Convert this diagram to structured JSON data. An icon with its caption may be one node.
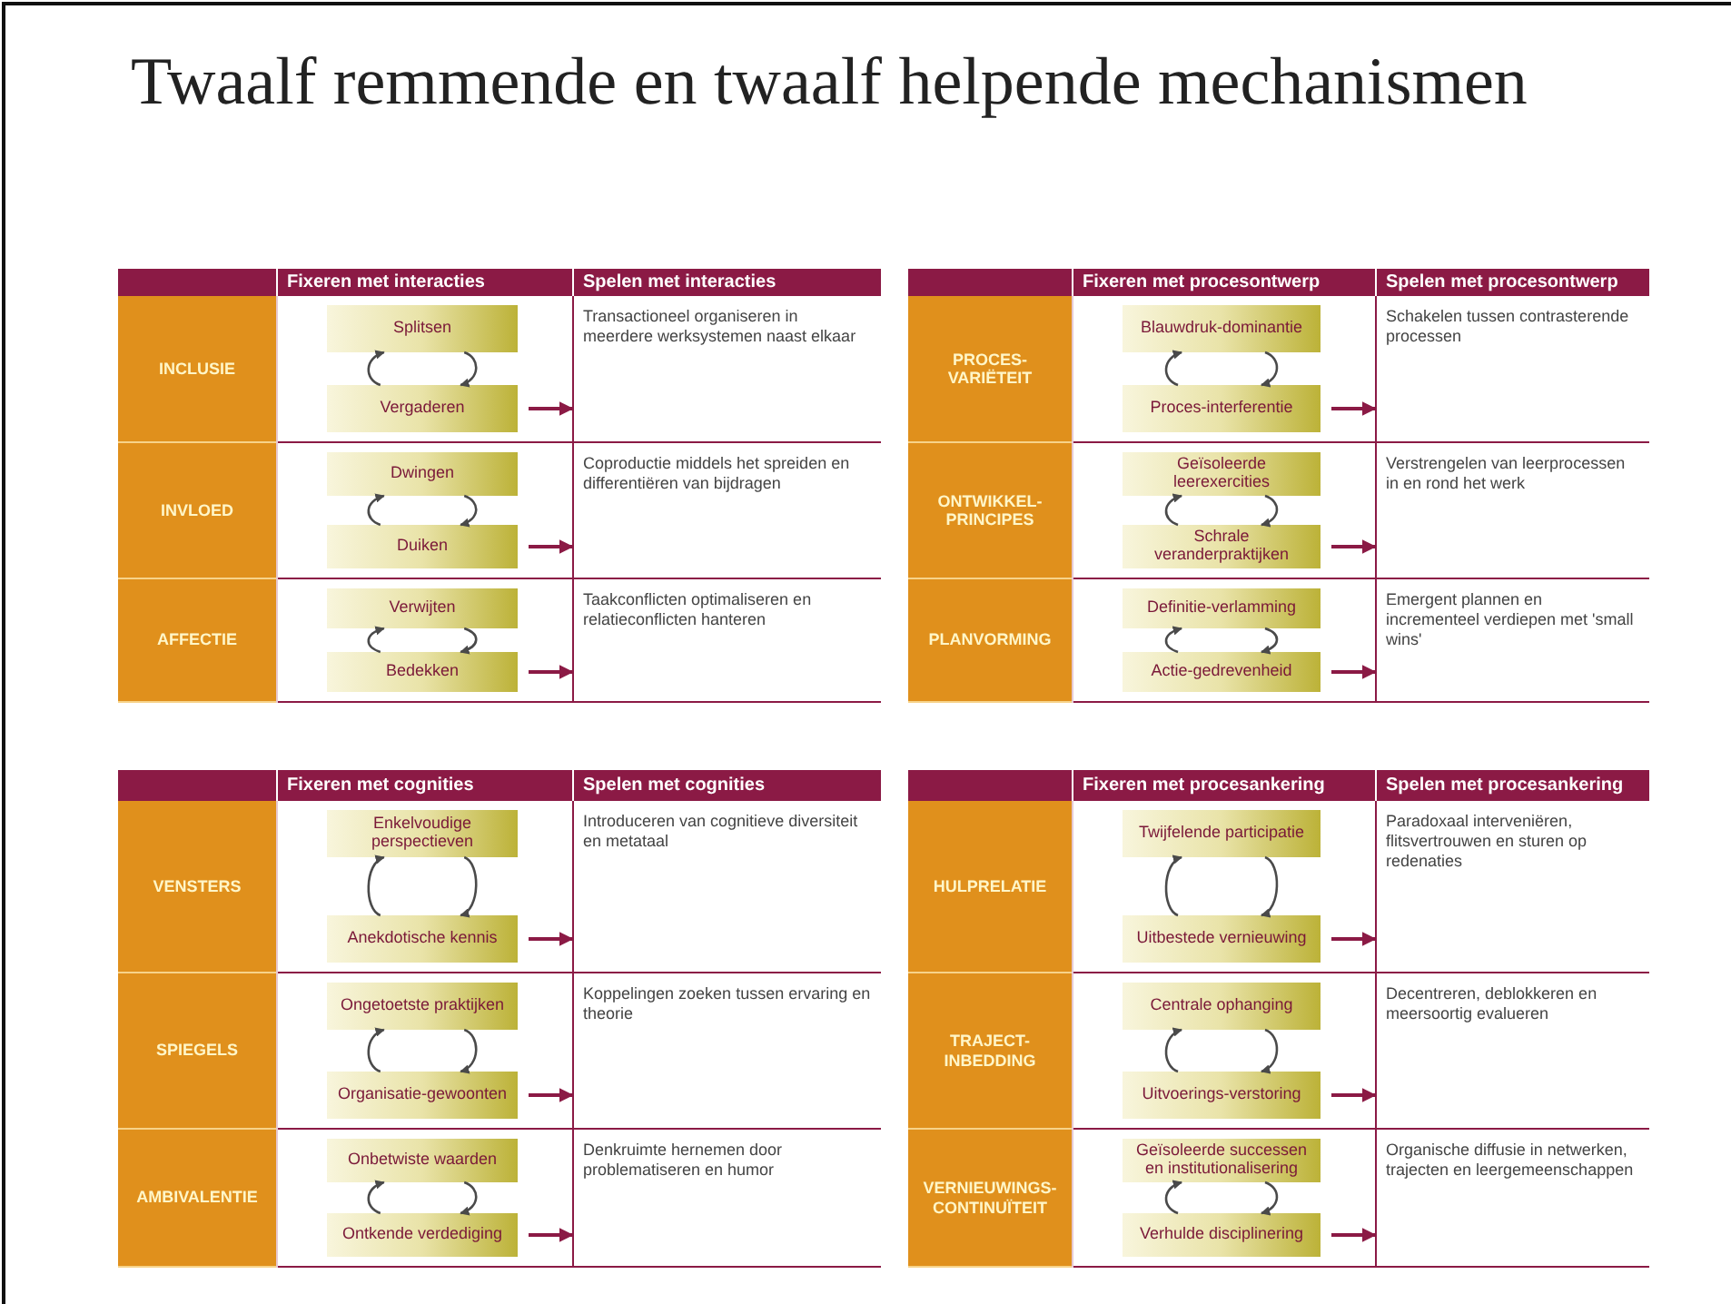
{
  "diagram": {
    "title": "Twaalf remmende en twaalf helpende mechanismen",
    "nodes": [
      {
        "text": [
          "Fixeren met interacties"
        ]
      },
      {
        "text": [
          "Spelen met interacties"
        ]
      },
      {
        "text": [
          "INCLUSIE"
        ]
      },
      {
        "text": [
          "Splitsen"
        ]
      },
      {
        "text": [
          "Vergaderen"
        ]
      },
      {
        "text": [
          "Transactioneel organiseren in meerdere werksystemen naast elkaar"
        ]
      },
      {
        "text": [
          "INVLOED"
        ]
      },
      {
        "text": [
          "Dwingen"
        ]
      },
      {
        "text": [
          "Duiken"
        ]
      },
      {
        "text": [
          "Coproductie middels het spreiden en differentiëren van bijdragen"
        ]
      },
      {
        "text": [
          "AFFECTIE"
        ]
      },
      {
        "text": [
          "Verwijten"
        ]
      },
      {
        "text": [
          "Bedekken"
        ]
      },
      {
        "text": [
          "Taakconflicten optimaliseren en relatieconflicten hanteren"
        ]
      },
      {
        "text": [
          "Fixeren met procesontwerp"
        ]
      },
      {
        "text": [
          "Spelen met procesontwerp"
        ]
      },
      {
        "text": [
          "PROCES-VARIËTEIT"
        ]
      },
      {
        "text": [
          "Blauwdruk-dominantie"
        ]
      },
      {
        "text": [
          "Proces-interferentie"
        ]
      },
      {
        "text": [
          "Schakelen tussen contrasterende processen"
        ]
      },
      {
        "text": [
          "ONTWIKKEL-PRINCIPES"
        ]
      },
      {
        "text": [
          "Geïsoleerde leerexercities"
        ]
      },
      {
        "text": [
          "Schrale veranderpraktijken"
        ]
      },
      {
        "text": [
          "Verstrengelen van leerprocessen in en rond het werk"
        ]
      },
      {
        "text": [
          "PLANVORMING"
        ]
      },
      {
        "text": [
          "Definitie-verlamming"
        ]
      },
      {
        "text": [
          "Actie-gedrevenheid"
        ]
      },
      {
        "text": [
          "Emergent plannen en incrementeel verdiepen met 'small wins'"
        ]
      },
      {
        "text": [
          "Fixeren met cognities"
        ]
      },
      {
        "text": [
          "Spelen met cognities"
        ]
      },
      {
        "text": [
          "VENSTERS"
        ]
      },
      {
        "text": [
          "Enkelvoudige perspectieven"
        ]
      },
      {
        "text": [
          "Anekdotische kennis"
        ]
      },
      {
        "text": [
          "Introduceren van cognitieve diversiteit en metataal"
        ]
      },
      {
        "text": [
          "SPIEGELS"
        ]
      },
      {
        "text": [
          "Ongetoetste praktijken"
        ]
      },
      {
        "text": [
          "Organisatie-gewoonten"
        ]
      },
      {
        "text": [
          "Koppelingen zoeken tussen ervaring en theorie"
        ]
      },
      {
        "text": [
          "AMBIVALENTIE"
        ]
      },
      {
        "text": [
          "Onbetwiste waarden"
        ]
      },
      {
        "text": [
          "Ontkende verdediging"
        ]
      },
      {
        "text": [
          "Denkruimte hernemen door problematiseren en humor"
        ]
      },
      {
        "text": [
          "Fixeren met procesankering"
        ]
      },
      {
        "text": [
          "Spelen met procesankering"
        ]
      },
      {
        "text": [
          "HULPRELATIE"
        ]
      },
      {
        "text": [
          "Twijfelende participatie"
        ]
      },
      {
        "text": [
          "Uitbestede vernieuwing"
        ]
      },
      {
        "text": [
          "Paradoxaal interveniëren, flitsvertrouwen en sturen op redenaties"
        ]
      },
      {
        "text": [
          "TRAJECT-INBEDDING"
        ]
      },
      {
        "text": [
          "Centrale ophanging"
        ]
      },
      {
        "text": [
          "Uitvoerings-verstoring"
        ]
      },
      {
        "text": [
          "Decentreren, deblokkeren en meersoortig evalueren"
        ]
      },
      {
        "text": [
          "VERNIEUWINGS-CONTINUÏTEIT"
        ]
      },
      {
        "text": [
          "Geïsoleerde successen en institutionalisering"
        ]
      },
      {
        "text": [
          "Verhulde disciplinering"
        ]
      },
      {
        "text": [
          "Organische diffusie in netwerken, trajecten en leergemeenschappen"
        ]
      }
    ],
    "edges": [
      {
        "from": 3,
        "to": 4,
        "arrow": "to"
      },
      {
        "from": 4,
        "to": 3,
        "arrow": "to"
      },
      {
        "from": 4,
        "to": 5,
        "arrow": "to",
        "color": "#8b1a45"
      },
      {
        "from": 7,
        "to": 8,
        "arrow": "to"
      },
      {
        "from": 8,
        "to": 7,
        "arrow": "to"
      },
      {
        "from": 8,
        "to": 9,
        "arrow": "to",
        "color": "#8b1a45"
      },
      {
        "from": 11,
        "to": 12,
        "arrow": "to"
      },
      {
        "from": 12,
        "to": 11,
        "arrow": "to"
      },
      {
        "from": 12,
        "to": 13,
        "arrow": "to",
        "color": "#8b1a45"
      },
      {
        "from": 17,
        "to": 18,
        "arrow": "to"
      },
      {
        "from": 18,
        "to": 17,
        "arrow": "to"
      },
      {
        "from": 18,
        "to": 19,
        "arrow": "to",
        "color": "#8b1a45"
      },
      {
        "from": 21,
        "to": 22,
        "arrow": "to"
      },
      {
        "from": 22,
        "to": 21,
        "arrow": "to"
      },
      {
        "from": 22,
        "to": 23,
        "arrow": "to",
        "color": "#8b1a45"
      },
      {
        "from": 25,
        "to": 26,
        "arrow": "to"
      },
      {
        "from": 26,
        "to": 25,
        "arrow": "to"
      },
      {
        "from": 26,
        "to": 27,
        "arrow": "to",
        "color": "#8b1a45"
      },
      {
        "from": 31,
        "to": 32,
        "arrow": "to"
      },
      {
        "from": 32,
        "to": 31,
        "arrow": "to"
      },
      {
        "from": 32,
        "to": 33,
        "arrow": "to",
        "color": "#8b1a45"
      },
      {
        "from": 35,
        "to": 36,
        "arrow": "to"
      },
      {
        "from": 36,
        "to": 35,
        "arrow": "to"
      },
      {
        "from": 36,
        "to": 37,
        "arrow": "to",
        "color": "#8b1a45"
      },
      {
        "from": 39,
        "to": 40,
        "arrow": "to"
      },
      {
        "from": 40,
        "to": 39,
        "arrow": "to"
      },
      {
        "from": 40,
        "to": 41,
        "arrow": "to",
        "color": "#8b1a45"
      },
      {
        "from": 45,
        "to": 46,
        "arrow": "to"
      },
      {
        "from": 46,
        "to": 45,
        "arrow": "to"
      },
      {
        "from": 46,
        "to": 47,
        "arrow": "to",
        "color": "#8b1a45"
      },
      {
        "from": 49,
        "to": 50,
        "arrow": "to"
      },
      {
        "from": 50,
        "to": 49,
        "arrow": "to"
      },
      {
        "from": 50,
        "to": 51,
        "arrow": "to",
        "color": "#8b1a45"
      },
      {
        "from": 53,
        "to": 54,
        "arrow": "to"
      },
      {
        "from": 54,
        "to": 53,
        "arrow": "to"
      },
      {
        "from": 54,
        "to": 55,
        "arrow": "to",
        "color": "#8b1a45"
      }
    ]
  }
}
